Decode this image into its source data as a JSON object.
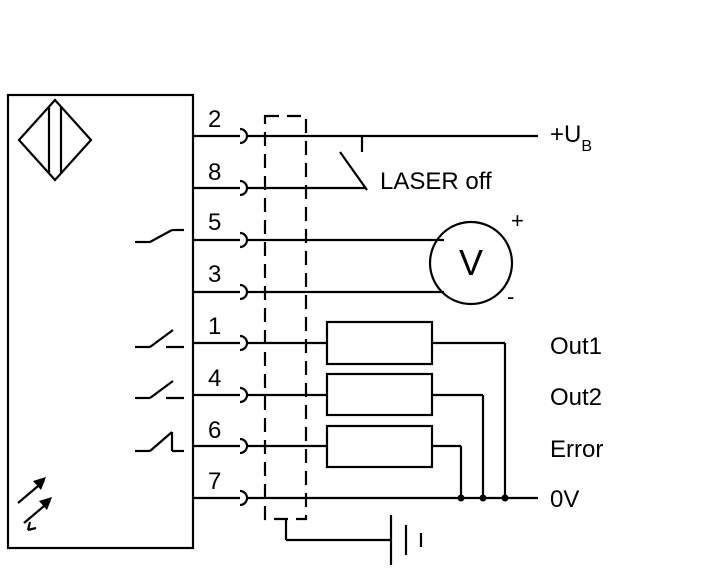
{
  "supply": {
    "label": "+U",
    "subscript": "B"
  },
  "laser_label": "LASER off",
  "voltmeter": {
    "symbol": "V",
    "plus": "+",
    "minus": "-"
  },
  "pins": {
    "p2": "2",
    "p8": "8",
    "p5": "5",
    "p3": "3",
    "p1": "1",
    "p4": "4",
    "p6": "6",
    "p7": "7"
  },
  "outputs": {
    "out1": "Out1",
    "out2": "Out2",
    "error": "Error",
    "ground": "0V"
  }
}
